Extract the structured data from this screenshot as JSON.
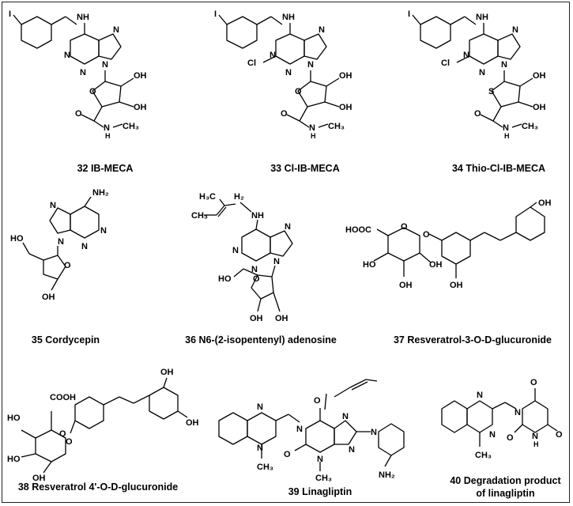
{
  "compounds": [
    {
      "caption": "32 IB-MECA"
    },
    {
      "caption": "33 Cl-IB-MECA"
    },
    {
      "caption": "34 Thio-Cl-IB-MECA"
    },
    {
      "caption": "35 Cordycepin"
    },
    {
      "caption": "36 N6-(2-isopentenyl) adenosine"
    },
    {
      "caption": "37 Resveratrol-3-O-D-glucuronide"
    },
    {
      "caption": "38 Resveratrol 4'-O-D-glucuronide"
    },
    {
      "caption": "39 Linagliptin"
    },
    {
      "caption": "40 Degradation product",
      "caption2": "of linagliptin"
    }
  ],
  "atoms": {
    "I": "I",
    "NH": "NH",
    "N": "N",
    "O": "O",
    "OH": "OH",
    "S": "S",
    "Cl": "Cl",
    "HO": "HO",
    "NH2": "NH₂",
    "CH3": "CH₃",
    "H3C": "H₃C",
    "H2": "H₂",
    "HOOC": "HOOC",
    "COOH": "COOH",
    "HN": "N",
    "NHCH3": "N",
    "H": "H"
  }
}
